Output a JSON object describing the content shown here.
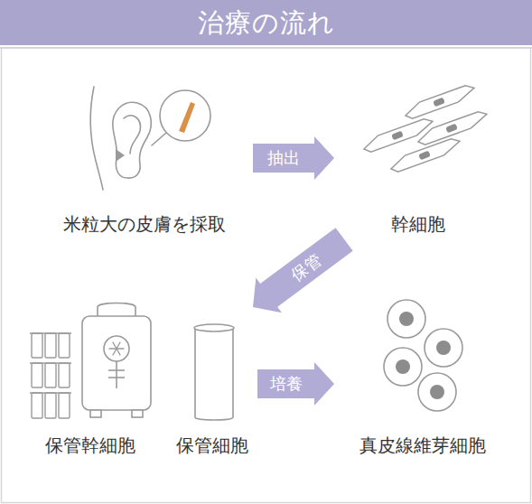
{
  "diagram": {
    "title": "治療の流れ",
    "nodes": [
      {
        "text": [
          "米粒大の皮膚を採取"
        ]
      },
      {
        "text": [
          "幹細胞"
        ]
      },
      {
        "text": [
          "保管幹細胞"
        ]
      },
      {
        "text": [
          "保管細胞"
        ]
      },
      {
        "text": [
          "真皮線維芽細胞"
        ]
      }
    ],
    "edges": [
      {
        "from": 0,
        "to": 1,
        "label": "抽出",
        "arrow": "to"
      },
      {
        "from": 1,
        "to": 3,
        "label": "保管",
        "arrow": "to"
      },
      {
        "from": 3,
        "to": 4,
        "label": "培養",
        "arrow": "to"
      }
    ]
  }
}
